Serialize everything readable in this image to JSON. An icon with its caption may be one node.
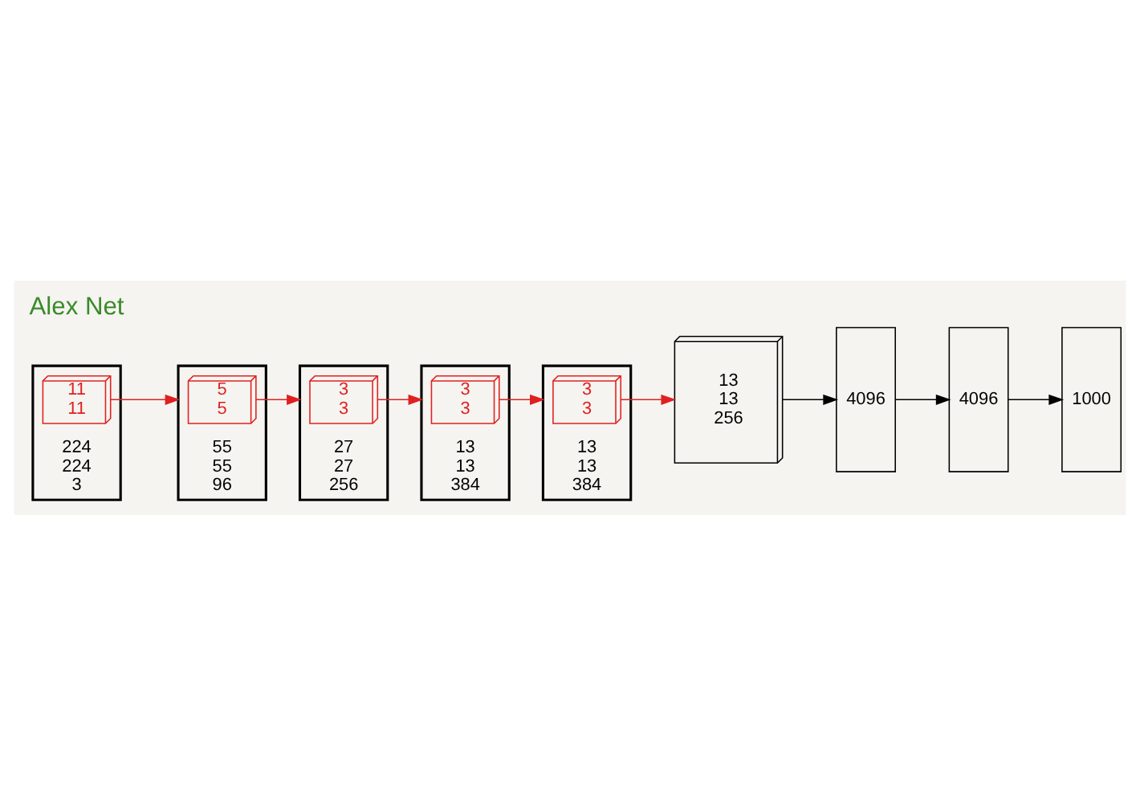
{
  "diagram": {
    "nodes": [
      {
        "text": [
          "224",
          "224",
          "3"
        ]
      },
      {
        "text": [
          "11",
          "11"
        ],
        "in": 0
      },
      {
        "text": [
          "55",
          "55",
          "96"
        ]
      },
      {
        "text": [
          "5",
          "5"
        ],
        "in": 2
      },
      {
        "text": [
          "27",
          "27",
          "256"
        ]
      },
      {
        "text": [
          "3",
          "3"
        ],
        "in": 4
      },
      {
        "text": [
          "13",
          "13",
          "384"
        ]
      },
      {
        "text": [
          "3",
          "3"
        ],
        "in": 6
      },
      {
        "text": [
          "13",
          "13",
          "384"
        ]
      },
      {
        "text": [
          "3",
          "3"
        ],
        "in": 8
      },
      {
        "text": [
          "13",
          "13",
          "256"
        ]
      },
      {
        "text": [
          "4096"
        ]
      },
      {
        "text": [
          "4096"
        ]
      },
      {
        "text": [
          "1000"
        ]
      }
    ],
    "edges": [
      {
        "from": 1,
        "to": 2,
        "arrow": "to",
        "color": "#e02020"
      },
      {
        "from": 3,
        "to": 4,
        "arrow": "to",
        "color": "#e02020"
      },
      {
        "from": 5,
        "to": 6,
        "arrow": "to",
        "color": "#e02020"
      },
      {
        "from": 7,
        "to": 8,
        "arrow": "to",
        "color": "#e02020"
      },
      {
        "from": 9,
        "to": 10,
        "arrow": "to",
        "color": "#e02020"
      },
      {
        "from": 10,
        "to": 11,
        "arrow": "to",
        "color": "#000000"
      },
      {
        "from": 11,
        "to": 12,
        "arrow": "to",
        "color": "#000000"
      },
      {
        "from": 12,
        "to": 13,
        "arrow": "to",
        "color": "#000000"
      }
    ],
    "labels": [
      "Alex Net"
    ]
  }
}
